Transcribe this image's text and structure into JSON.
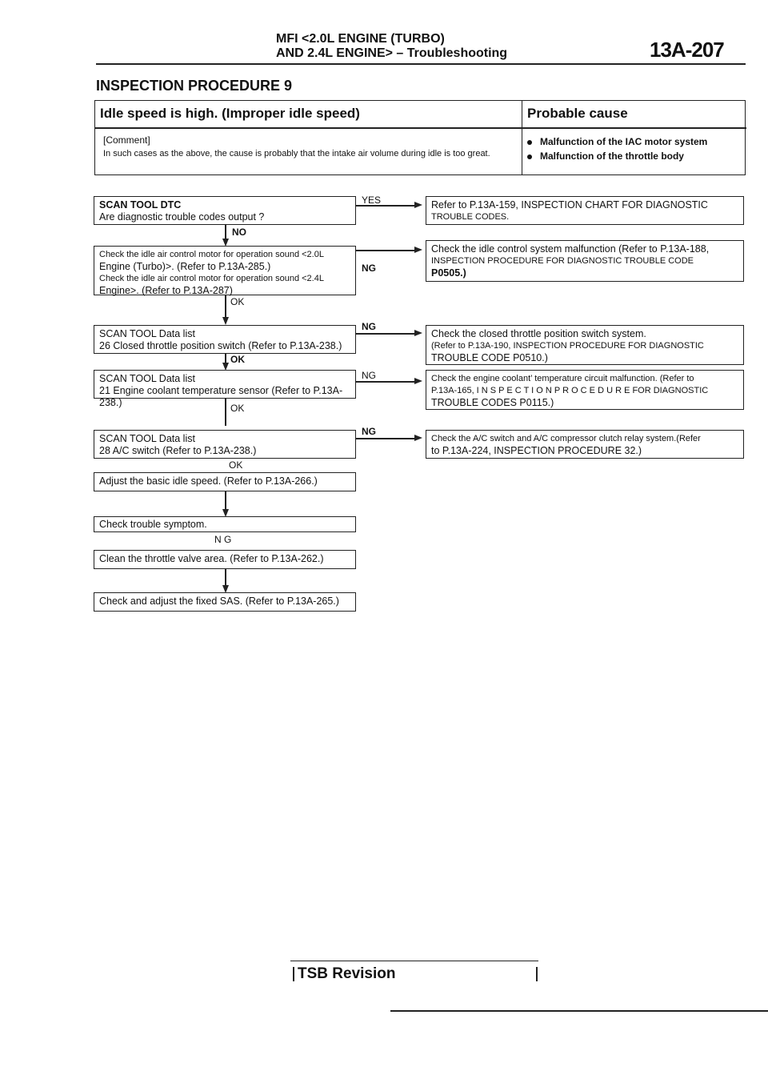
{
  "header": {
    "line1": "MFI <2.0L ENGINE (TURBO)",
    "line2": "AND 2.4L ENGINE> – Troubleshooting",
    "page_number": "13A-207"
  },
  "title": "INSPECTION PROCEDURE 9",
  "symptom_box": {
    "heading": "Idle speed is high. (Improper idle speed)",
    "comment_label": "[Comment]",
    "comment_text": "In such cases as the above, the cause is probably that the intake air volume during idle is too great."
  },
  "probable_cause": {
    "heading": "Probable cause",
    "items": [
      "Malfunction of the IAC motor system",
      "Malfunction of the throttle body"
    ]
  },
  "flow": {
    "step1": {
      "line1": "SCAN TOOL DTC",
      "line2": "Are diagnostic trouble codes output ?"
    },
    "step1_yes_label": "YES",
    "step1_yes_box": {
      "line1": "Refer to P.13A-159, INSPECTION CHART FOR DIAGNOSTIC",
      "line2": "TROUBLE CODES."
    },
    "step1_no_label": "NO",
    "step2": {
      "line1": "Check the idle air control motor for operation sound <2.0L",
      "line2": "Engine (Turbo)>. (Refer to P.13A-285.)",
      "line3": "Check the idle air control motor for operation sound <2.4L",
      "line4": "Engine>. (Refer to P.13A-287)"
    },
    "step2_ng_label": "NG",
    "step2_ng_box": {
      "line1": "Check the idle control system malfunction (Refer to P.13A-188,",
      "line2": "INSPECTION PROCEDURE FOR DIAGNOSTIC TROUBLE CODE",
      "line3": "P0505.)"
    },
    "step2_ok_label": "OK",
    "step3": {
      "line1": "SCAN TOOL Data list",
      "line2": "26 Closed throttle position switch (Refer to P.13A-238.)"
    },
    "step3_ng_label": "NG",
    "step3_ng_box": {
      "line1": "Check the closed throttle position switch system.",
      "line2": "(Refer to P.13A-190, INSPECTION PROCEDURE FOR DIAGNOSTIC",
      "line3": "TROUBLE CODE P0510.)"
    },
    "step3_ok_label": "OK",
    "step4": {
      "line1": "SCAN TOOL Data list",
      "line2": "21 Engine coolant temperature sensor (Refer to P.13A-238.)"
    },
    "step4_ng_label": "NG",
    "step4_ng_box": {
      "line1": "Check the engine coolant’ temperature circuit malfunction. (Refer to",
      "line2": "P.13A-165, I N S P E C T I O N P R O C E D U R E FOR DIAGNOSTIC",
      "line3": "TROUBLE CODES P0115.)"
    },
    "step4_ok_label": "OK",
    "step5": {
      "line1": "SCAN TOOL Data list",
      "line2": "28 A/C switch (Refer to P.13A-238.)"
    },
    "step5_ng_label": "NG",
    "step5_ng_box": {
      "line1": "Check the A/C switch and A/C compressor clutch relay system.(Refer",
      "line2": "to P.13A-224, INSPECTION PROCEDURE 32.)"
    },
    "step5_ok_label": "OK",
    "step6": "Adjust the basic idle speed. (Refer to P.13A-266.)",
    "step7": "Check trouble symptom.",
    "step7_ng_label": "N G",
    "step8": "Clean the throttle valve area. (Refer to P.13A-262.)",
    "step9": "Check and adjust the fixed SAS. (Refer to P.13A-265.)"
  },
  "footer": {
    "label": "TSB Revision"
  }
}
